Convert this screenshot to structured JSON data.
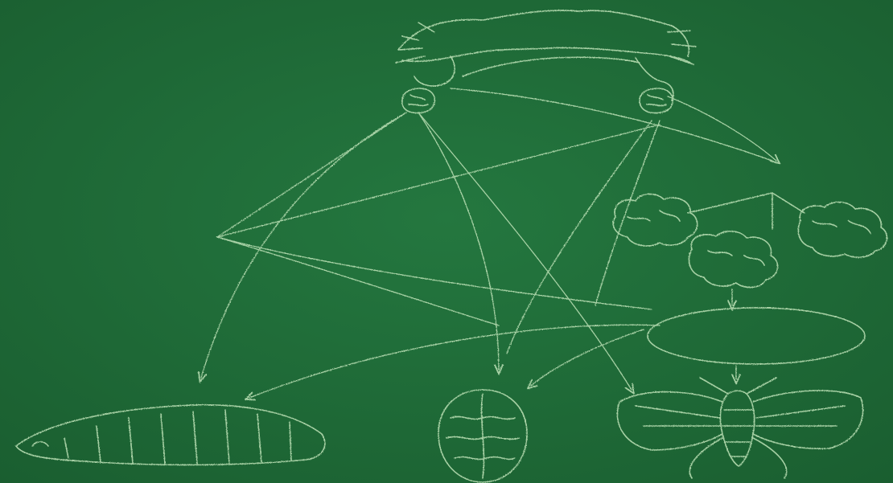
{
  "scene": {
    "background_color": "#1f6b37",
    "chalk_color": "#bfe3b8",
    "subjects": [
      "leaf-with-caterpillars",
      "food-web-arrows",
      "clouds-cluster",
      "oval",
      "caterpillar",
      "cocoon",
      "moth"
    ]
  }
}
